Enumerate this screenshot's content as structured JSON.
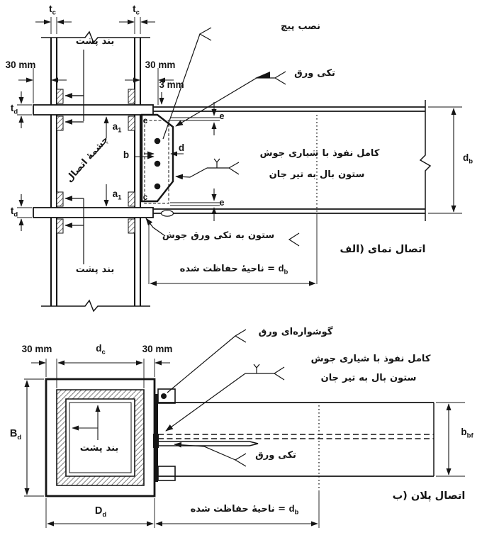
{
  "colors": {
    "ink": "#151515",
    "paper": "#ffffff",
    "hatch": "#444444"
  },
  "elevation": {
    "caption": "الف) نمای اتصال",
    "labels": {
      "erection_bolt": "پیچ نصب",
      "single_plate": "ورق تکی",
      "weld_line1": "جوش شیاری با نفوذ کامل",
      "weld_line2": "جان تیر به بال ستون",
      "plate_to_column_weld": "جوش ورق تکی به ستون",
      "backing_bar_top": "پشت بند",
      "backing_bar_bottom": "پشت بند",
      "panel_zone": "چشمهٔ اتصال"
    },
    "dims": {
      "tc": {
        "base": "t",
        "sub": "c"
      },
      "td": {
        "base": "t",
        "sub": "d"
      },
      "a1": {
        "base": "a",
        "sub": "1"
      },
      "b": "b",
      "c": "c",
      "d": "d",
      "e": "e",
      "mm30": "30 mm",
      "mm3": "3 mm",
      "db": {
        "base": "d",
        "sub": "b"
      },
      "protected": {
        "lhs_base": "d",
        "lhs_sub": "b",
        "eq": " = ",
        "rhs": "ناحیهٔ حفاظت شده"
      }
    }
  },
  "plan": {
    "caption": "ب) پلان اتصال",
    "labels": {
      "ear_plate": "ورق گوشواره‌ای",
      "weld_line1": "جوش شیاری با نفوذ کامل",
      "weld_line2": "جان تیر به بال ستون",
      "single_plate": "ورق تکی",
      "backing_bar": "پشت بند"
    },
    "dims": {
      "mm30": "30 mm",
      "dc": {
        "base": "d",
        "sub": "c"
      },
      "Bd": {
        "base": "B",
        "sub": "d"
      },
      "Dd": {
        "base": "D",
        "sub": "d"
      },
      "bbf": {
        "base": "b",
        "sub": "bf"
      },
      "protected": {
        "lhs_base": "d",
        "lhs_sub": "b",
        "eq": " = ",
        "rhs": "ناحیهٔ حفاظت شده"
      }
    }
  }
}
